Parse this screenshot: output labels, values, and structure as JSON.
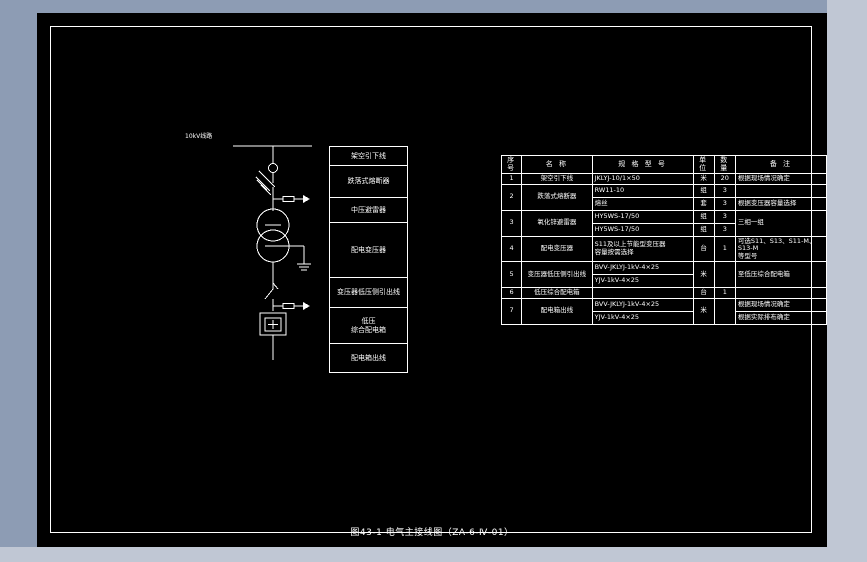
{
  "drawing": {
    "title": "图43-1  电气主接线图（ZA-6-Ⅳ-01）",
    "bus_label": "10kV线路"
  },
  "legend": {
    "items": [
      {
        "label": "架空引下线"
      },
      {
        "label": "跌落式熔断器"
      },
      {
        "label": "中压避雷器"
      },
      {
        "label": "配电变压器"
      },
      {
        "label": "变压器低压侧引出线"
      },
      {
        "label": "低压\n综合配电箱"
      },
      {
        "label": "配电箱出线"
      }
    ]
  },
  "table": {
    "headers": {
      "no": "序号",
      "name": "名  称",
      "spec": "规  格  型  号",
      "unit": "单位",
      "qty": "数量",
      "remark": "备    注"
    },
    "rows": [
      {
        "no": "1",
        "name": "架空引下线",
        "specs": [
          "JKLYJ-10/1×50"
        ],
        "units": [
          "米"
        ],
        "qtys": [
          "20"
        ],
        "remarks": [
          "根据现场情况确定"
        ]
      },
      {
        "no": "2",
        "name": "跌落式熔断器",
        "specs": [
          "RW11-10",
          "熔丝"
        ],
        "units": [
          "组",
          "套"
        ],
        "qtys": [
          "3",
          "3"
        ],
        "remarks": [
          "",
          "根据变压器容量选择"
        ]
      },
      {
        "no": "3",
        "name": "氧化锌避雷器",
        "specs": [
          "HY5WS-17/50",
          "HY5WS-17/50"
        ],
        "units": [
          "组",
          "组"
        ],
        "qtys": [
          "3",
          "3"
        ],
        "remarks": [
          "三相一组",
          ""
        ]
      },
      {
        "no": "4",
        "name": "配电变压器",
        "specs": [
          "S11及以上节能型变压器\n容量按需选择"
        ],
        "units": [
          "台"
        ],
        "qtys": [
          "1"
        ],
        "remarks": [
          "可选S11、S13、S11-M、S13-M\n等型号"
        ]
      },
      {
        "no": "5",
        "name": "变压器低压侧引出线",
        "specs": [
          "BVV-JKLYJ-1kV-4×25",
          "YJV-1kV-4×25"
        ],
        "units": [
          "米"
        ],
        "qtys": [
          ""
        ],
        "remarks": [
          "至低压综合配电箱"
        ]
      },
      {
        "no": "6",
        "name": "低压综合配电箱",
        "specs": [
          ""
        ],
        "units": [
          "台"
        ],
        "qtys": [
          "1"
        ],
        "remarks": [
          ""
        ]
      },
      {
        "no": "7",
        "name": "配电箱出线",
        "specs": [
          "BVV-JKLYJ-1kV-4×25",
          "YJV-1kV-4×25"
        ],
        "units": [
          "米"
        ],
        "qtys": [
          ""
        ],
        "remarks": [
          "根据现场情况确定",
          "根据实际排布确定"
        ]
      }
    ]
  }
}
